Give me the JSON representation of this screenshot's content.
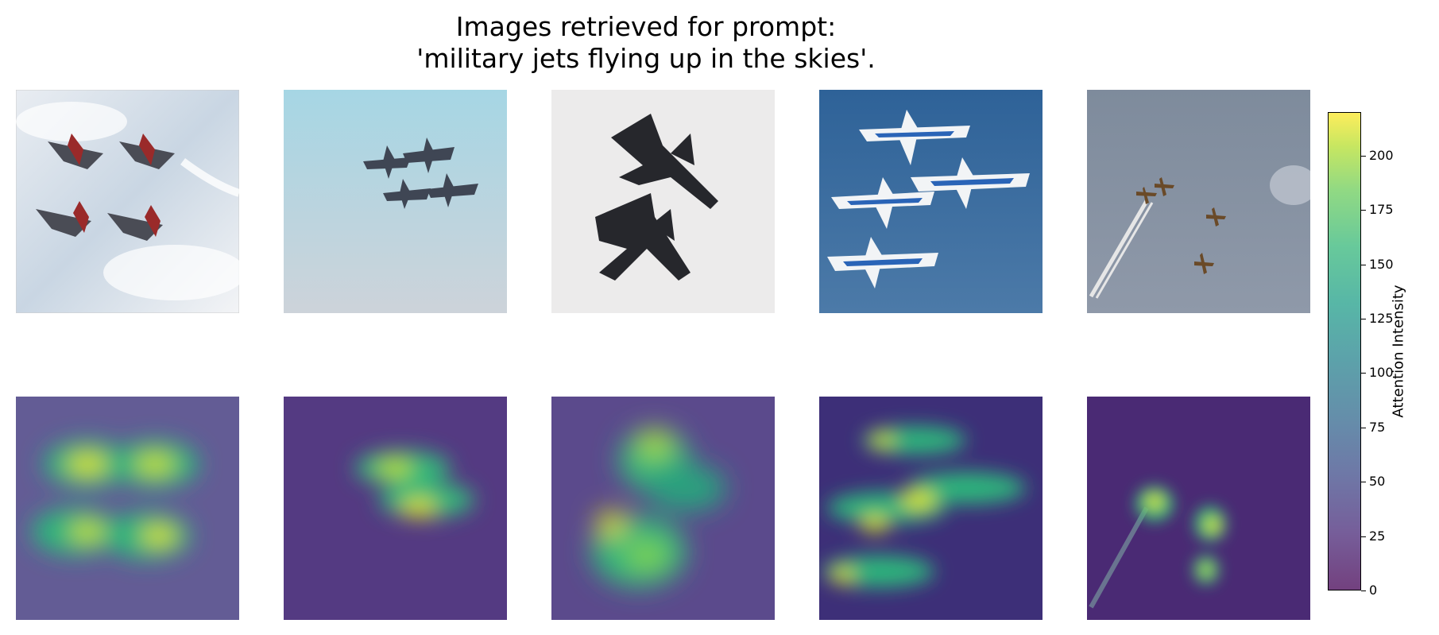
{
  "title": {
    "line1": "Images retrieved for prompt:",
    "line2": "'military jets flying up in the skies'."
  },
  "images": [
    {
      "description": "four-jets-cloudy",
      "sky": "#dfe4ea"
    },
    {
      "description": "formation-light-blue",
      "sky": "#b4d3dd"
    },
    {
      "description": "two-dark-jets",
      "sky": "#ecebeb"
    },
    {
      "description": "blue-impulse-formation",
      "sky": "#3e6d9c"
    },
    {
      "description": "propeller-planes-grey",
      "sky": "#8591a2"
    }
  ],
  "colorbar": {
    "label": "Attention Intensity",
    "ticks": [
      "0",
      "25",
      "50",
      "75",
      "100",
      "125",
      "150",
      "175",
      "200"
    ],
    "min": 0,
    "max": 220
  }
}
